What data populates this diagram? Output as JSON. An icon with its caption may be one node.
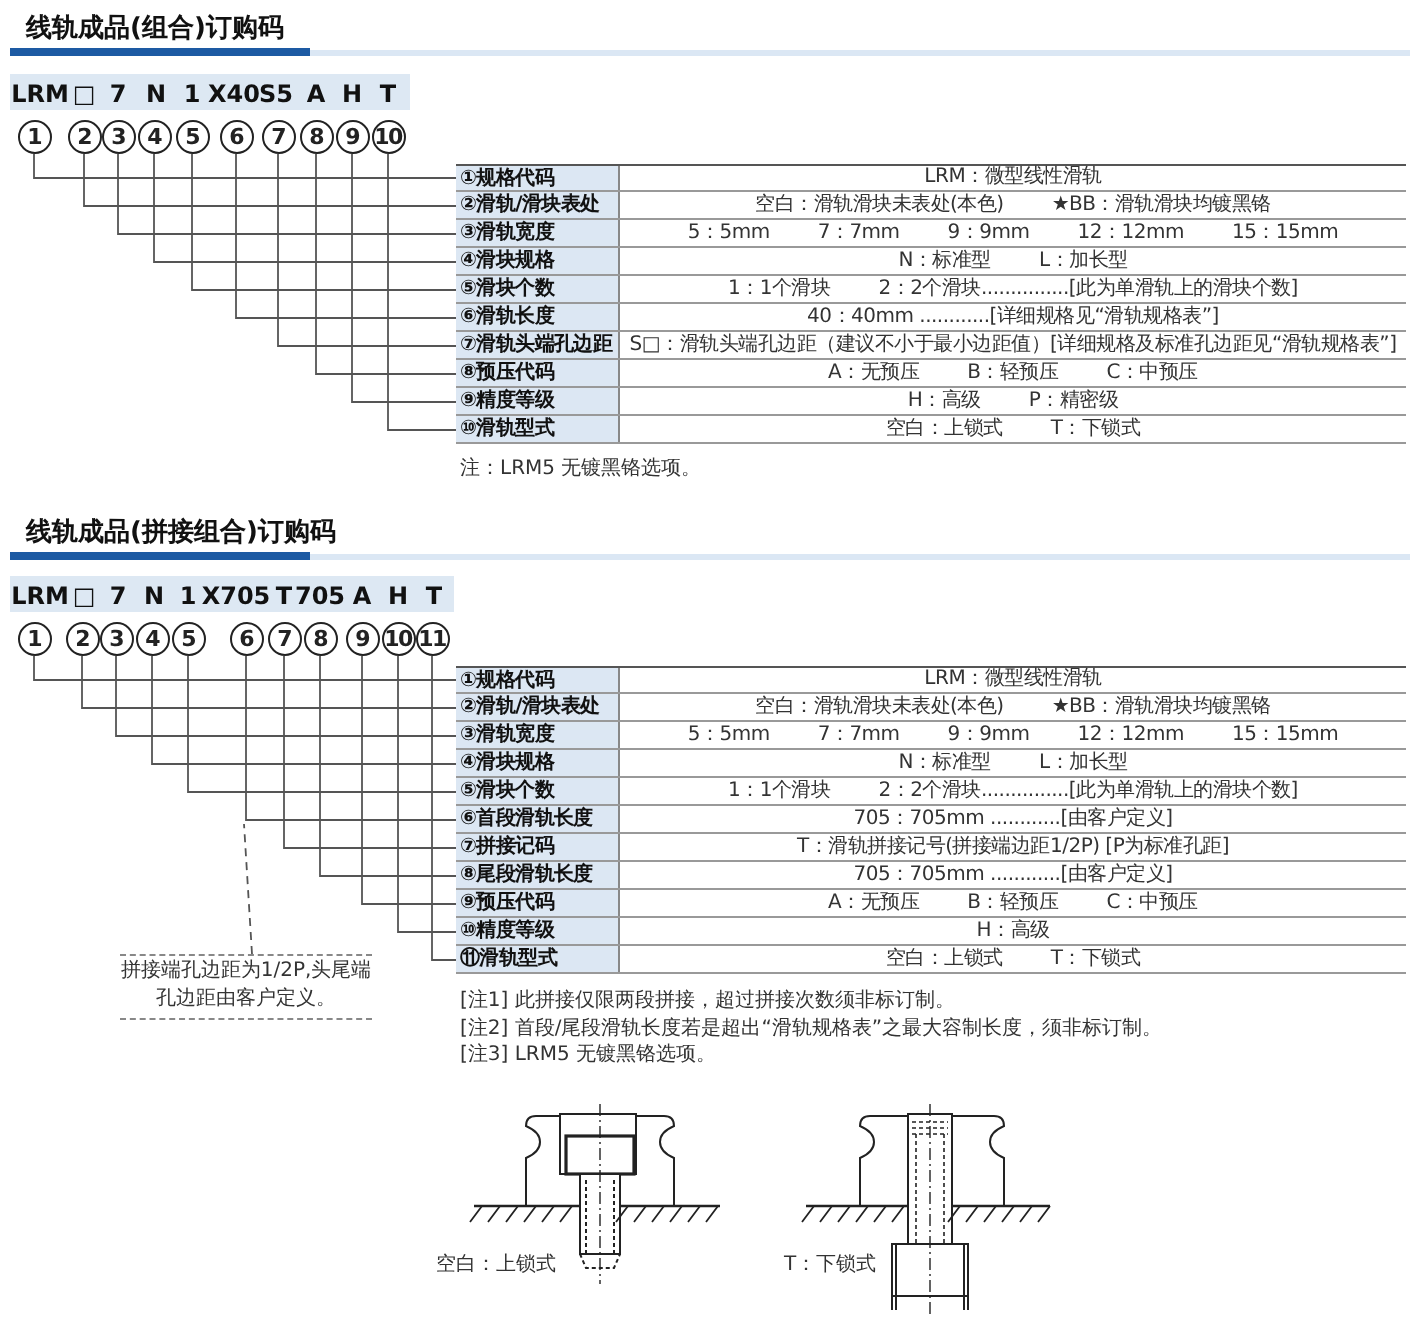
{
  "diagram": {
    "nodes": [
      {
        "text": [
          "1"
        ]
      },
      {
        "text": [
          "2"
        ]
      },
      {
        "text": [
          "3"
        ]
      },
      {
        "text": [
          "4"
        ]
      },
      {
        "text": [
          "5"
        ]
      },
      {
        "text": [
          "6"
        ]
      },
      {
        "text": [
          "7"
        ]
      },
      {
        "text": [
          "8"
        ]
      },
      {
        "text": [
          "9"
        ]
      },
      {
        "text": [
          "10"
        ]
      },
      {
        "text": [
          "①规格代码",
          "LRM：微型线性滑轨"
        ]
      },
      {
        "text": [
          "②滑轨/滑块表处",
          "空白：滑轨滑块未表处(本色)",
          "★BB：滑轨滑块均镀黑铬"
        ]
      },
      {
        "text": [
          "③滑轨宽度",
          "5：5mm",
          "7：7mm",
          "9：9mm",
          "12：12mm",
          "15：15mm"
        ]
      },
      {
        "text": [
          "④滑块规格",
          "N：标准型",
          "L：加长型"
        ]
      },
      {
        "text": [
          "⑤滑块个数",
          "1：1个滑块",
          "2：2个滑块...............[此为单滑轨上的滑块个数]"
        ]
      },
      {
        "text": [
          "⑥滑轨长度",
          "40：40mm ............[详细规格见“滑轨规格表”]"
        ]
      },
      {
        "text": [
          "⑦滑轨头端孔边距",
          "S□：滑轨头端孔边距（建议不小于最小边距值）[详细规格及标准孔边距见“滑轨规格表”]"
        ]
      },
      {
        "text": [
          "⑧预压代码",
          "A：无预压",
          "B：轻预压",
          "C：中预压"
        ]
      },
      {
        "text": [
          "⑨精度等级",
          "H：高级",
          "P：精密级"
        ]
      },
      {
        "text": [
          "⑩滑轨型式",
          "空白：上锁式",
          "T：下锁式"
        ]
      },
      {
        "text": [
          "1"
        ]
      },
      {
        "text": [
          "2"
        ]
      },
      {
        "text": [
          "3"
        ]
      },
      {
        "text": [
          "4"
        ]
      },
      {
        "text": [
          "5"
        ]
      },
      {
        "text": [
          "6"
        ]
      },
      {
        "text": [
          "7"
        ]
      },
      {
        "text": [
          "8"
        ]
      },
      {
        "text": [
          "9"
        ]
      },
      {
        "text": [
          "10"
        ]
      },
      {
        "text": [
          "11"
        ]
      },
      {
        "text": [
          "①规格代码",
          "LRM：微型线性滑轨"
        ]
      },
      {
        "text": [
          "②滑轨/滑块表处",
          "空白：滑轨滑块未表处(本色)",
          "★BB：滑轨滑块均镀黑铬"
        ]
      },
      {
        "text": [
          "③滑轨宽度",
          "5：5mm",
          "7：7mm",
          "9：9mm",
          "12：12mm",
          "15：15mm"
        ]
      },
      {
        "text": [
          "④滑块规格",
          "N：标准型",
          "L：加长型"
        ]
      },
      {
        "text": [
          "⑤滑块个数",
          "1：1个滑块",
          "2：2个滑块...............[此为单滑轨上的滑块个数]"
        ]
      },
      {
        "text": [
          "⑥首段滑轨长度",
          "705：705mm ............[由客户定义]"
        ]
      },
      {
        "text": [
          "⑦拼接记码",
          "T：滑轨拼接记号(拼接端边距1/2P) [P为标准孔距]"
        ]
      },
      {
        "text": [
          "⑧尾段滑轨长度",
          "705：705mm ............[由客户定义]"
        ]
      },
      {
        "text": [
          "⑨预压代码",
          "A：无预压",
          "B：轻预压",
          "C：中预压"
        ]
      },
      {
        "text": [
          "⑩精度等级",
          "H：高级"
        ]
      },
      {
        "text": [
          "⑪滑轨型式",
          "空白：上锁式",
          "T：下锁式"
        ]
      },
      {
        "text": [
          "拼接端孔边距为1/2P,头尾端孔边距由客户定义。"
        ]
      }
    ],
    "edges": [
      {
        "from": 0,
        "to": 10,
        "arrow": "none"
      },
      {
        "from": 1,
        "to": 11,
        "arrow": "none"
      },
      {
        "from": 2,
        "to": 12,
        "arrow": "none"
      },
      {
        "from": 3,
        "to": 13,
        "arrow": "none"
      },
      {
        "from": 4,
        "to": 14,
        "arrow": "none"
      },
      {
        "from": 5,
        "to": 15,
        "arrow": "none"
      },
      {
        "from": 6,
        "to": 16,
        "arrow": "none"
      },
      {
        "from": 7,
        "to": 17,
        "arrow": "none"
      },
      {
        "from": 8,
        "to": 18,
        "arrow": "none"
      },
      {
        "from": 9,
        "to": 19,
        "arrow": "none"
      },
      {
        "from": 20,
        "to": 31,
        "arrow": "none"
      },
      {
        "from": 21,
        "to": 32,
        "arrow": "none"
      },
      {
        "from": 22,
        "to": 33,
        "arrow": "none"
      },
      {
        "from": 23,
        "to": 34,
        "arrow": "none"
      },
      {
        "from": 24,
        "to": 35,
        "arrow": "none"
      },
      {
        "from": 25,
        "to": 36,
        "arrow": "none"
      },
      {
        "from": 26,
        "to": 37,
        "arrow": "none"
      },
      {
        "from": 27,
        "to": 38,
        "arrow": "none"
      },
      {
        "from": 28,
        "to": 39,
        "arrow": "none"
      },
      {
        "from": 29,
        "to": 40,
        "arrow": "none"
      },
      {
        "from": 30,
        "to": 41,
        "arrow": "none"
      },
      {
        "from": 42,
        "to": null,
        "arrow": "none",
        "style": "dashed"
      }
    ],
    "labels": [
      "线轨成品(组合)订购码",
      "LRM",
      "□",
      "7",
      "N",
      "1",
      "X40",
      "S5",
      "A",
      "H",
      "T",
      "注：LRM5 无镀黑铬选项。",
      "线轨成品(拼接组合)订购码",
      "LRM",
      "□",
      "7",
      "N",
      "1",
      "X705",
      "T",
      "705",
      "A",
      "H",
      "T",
      "[注1] 此拼接仅限两段拼接，超过拼接次数须非标订制。",
      "[注2] 首段/尾段滑轨长度若是超出“滑轨规格表”之最大容制长度，须非标订制。",
      "[注3] LRM5 无镀黑铬选项。",
      "空白：上锁式",
      "T：下锁式"
    ]
  }
}
